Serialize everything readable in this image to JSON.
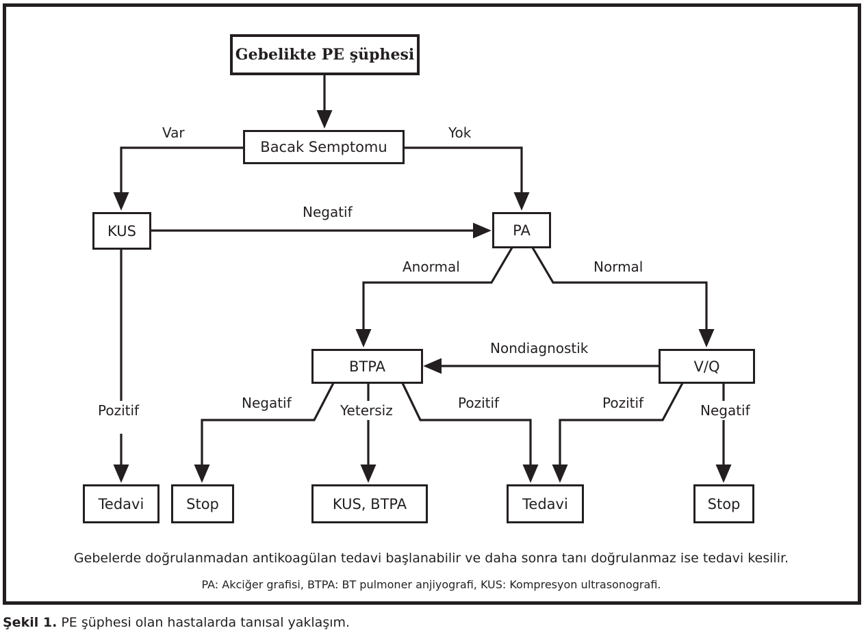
{
  "figure": {
    "caption_label": "Şekil 1.",
    "caption_text": " PE şüphesi olan hastalarda tanısal yaklaşım.",
    "footnote_line1": "Gebelerde doğrulanmadan antikoagülan tedavi başlanabilir ve daha sonra tanı doğrulanmaz ise tedavi kesilir.",
    "footnote_line2": "PA: Akciğer grafisi, BTPA: BT pulmoner anjiyografi, KUS: Kompresyon ultrasonografi.",
    "line_color": "#231f20",
    "background": "#ffffff"
  },
  "chart_data": {
    "type": "diagram",
    "title": "PE şüphesi olan hastalarda tanısal yaklaşım",
    "nodes": [
      {
        "id": "suspicion",
        "label": "Gebelikte PE şüphesi"
      },
      {
        "id": "leg",
        "label": "Bacak Semptomu"
      },
      {
        "id": "kus",
        "label": "KUS"
      },
      {
        "id": "pa",
        "label": "PA"
      },
      {
        "id": "btpa",
        "label": "BTPA"
      },
      {
        "id": "vq",
        "label": "V/Q"
      },
      {
        "id": "tedavi1",
        "label": "Tedavi"
      },
      {
        "id": "stop1",
        "label": "Stop"
      },
      {
        "id": "kusbtpa",
        "label": "KUS, BTPA"
      },
      {
        "id": "tedavi2",
        "label": "Tedavi"
      },
      {
        "id": "stop2",
        "label": "Stop"
      }
    ],
    "edges": [
      {
        "from": "suspicion",
        "to": "leg",
        "label": ""
      },
      {
        "from": "leg",
        "to": "kus",
        "label": "Var"
      },
      {
        "from": "leg",
        "to": "pa",
        "label": "Yok"
      },
      {
        "from": "kus",
        "to": "pa",
        "label": "Negatif"
      },
      {
        "from": "kus",
        "to": "tedavi1",
        "label": "Pozitif"
      },
      {
        "from": "pa",
        "to": "btpa",
        "label": "Anormal"
      },
      {
        "from": "pa",
        "to": "vq",
        "label": "Normal"
      },
      {
        "from": "vq",
        "to": "btpa",
        "label": "Nondiagnostik"
      },
      {
        "from": "btpa",
        "to": "stop1",
        "label": "Negatif"
      },
      {
        "from": "btpa",
        "to": "kusbtpa",
        "label": "Yetersiz"
      },
      {
        "from": "btpa",
        "to": "tedavi2",
        "label": "Pozitif"
      },
      {
        "from": "vq",
        "to": "tedavi2",
        "label": "Pozitif"
      },
      {
        "from": "vq",
        "to": "stop2",
        "label": "Negatif"
      }
    ]
  },
  "nodes": {
    "suspicion": "Gebelikte PE şüphesi",
    "leg": "Bacak Semptomu",
    "kus": "KUS",
    "pa": "PA",
    "btpa": "BTPA",
    "vq": "V/Q",
    "tedavi1": "Tedavi",
    "stop1": "Stop",
    "kusbtpa": "KUS, BTPA",
    "tedavi2": "Tedavi",
    "stop2": "Stop"
  },
  "labels": {
    "var": "Var",
    "yok": "Yok",
    "negatif_kus_pa": "Negatif",
    "pozitif_kus": "Pozitif",
    "anormal": "Anormal",
    "normal": "Normal",
    "nondiagnostik": "Nondiagnostik",
    "negatif_btpa": "Negatif",
    "yetersiz": "Yetersiz",
    "pozitif_btpa": "Pozitif",
    "pozitif_vq": "Pozitif",
    "negatif_vq": "Negatif"
  }
}
